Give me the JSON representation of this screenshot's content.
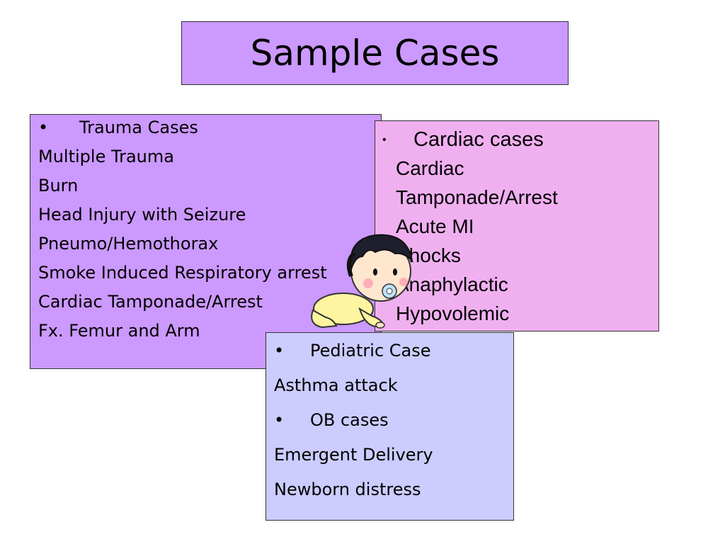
{
  "title": "Sample Cases",
  "trauma": {
    "bullet": "•",
    "heading": "Trauma Cases",
    "items": [
      "Multiple Trauma",
      "Burn",
      "Head Injury with Seizure",
      "Pneumo/Hemothorax",
      "Smoke Induced Respiratory arrest",
      "Cardiac Tamponade/Arrest",
      "Fx. Femur and Arm"
    ]
  },
  "cardiac": {
    "bullet": "•",
    "heading": "Cardiac cases",
    "items": [
      "Cardiac",
      "Tamponade/Arrest",
      "Acute MI",
      "Shocks",
      "Anaphylactic",
      "Hypovolemic"
    ]
  },
  "pediatric": {
    "bullet": "•",
    "heading": "Pediatric Case",
    "items": [
      "Asthma attack"
    ]
  },
  "ob": {
    "bullet": "•",
    "heading": "OB cases",
    "items": [
      "Emergent Delivery",
      "Newborn distress"
    ]
  },
  "colors": {
    "title_bg": "#cc99ff",
    "trauma_bg": "#cc99ff",
    "cardiac_bg": "#f0b0f0",
    "peds_bg": "#ccccff"
  }
}
